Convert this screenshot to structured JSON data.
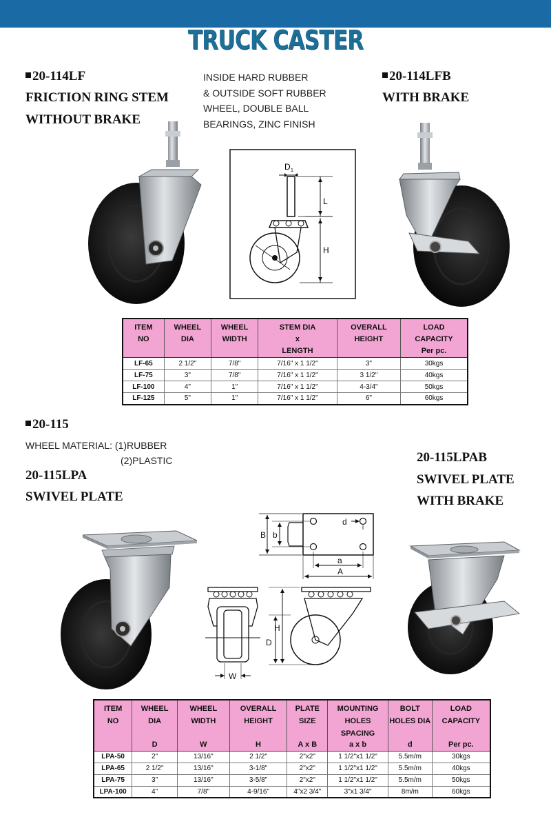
{
  "page": {
    "title": "TRUCK CASTER"
  },
  "top": {
    "left_code": "20-114LF",
    "left_line1": "FRICTION RING STEM",
    "left_line2": "WITHOUT BRAKE",
    "note_lines": [
      "INSIDE HARD RUBBER",
      "& OUTSIDE SOFT RUBBER",
      "WHEEL, DOUBLE BALL",
      "BEARINGS, ZINC FINISH"
    ],
    "right_code": "20-114LFB",
    "right_line1": "WITH BRAKE",
    "diagram_labels": {
      "d1": "D",
      "d1_sub": "1",
      "l": "L",
      "h": "H"
    }
  },
  "table1": {
    "headers": [
      [
        "ITEM",
        "NO"
      ],
      [
        "WHEEL",
        "DIA"
      ],
      [
        "WHEEL",
        "WIDTH"
      ],
      [
        "STEM DIA",
        "x",
        "LENGTH"
      ],
      [
        "OVERALL",
        "HEIGHT"
      ],
      [
        "LOAD",
        "CAPACITY",
        "Per pc."
      ]
    ],
    "rows": [
      [
        "LF-65",
        "2 1/2\"",
        "7/8\"",
        "7/16\" x 1 1/2\"",
        "3\"",
        "30kgs"
      ],
      [
        "LF-75",
        "3\"",
        "7/8\"",
        "7/16\" x 1 1/2\"",
        "3 1/2\"",
        "40kgs"
      ],
      [
        "LF-100",
        "4\"",
        "1\"",
        "7/16\" x 1 1/2\"",
        "4-3/4\"",
        "50kgs"
      ],
      [
        "LF-125",
        "5\"",
        "1\"",
        "7/16\" x 1 1/2\"",
        "6\"",
        "60kgs"
      ]
    ]
  },
  "middle": {
    "code": "20-115",
    "material_line1": "WHEEL MATERIAL: (1)RUBBER",
    "material_line2": "(2)PLASTIC",
    "left_code": "20-115LPA",
    "left_line1": "SWIVEL PLATE",
    "right_code": "20-115LPAB",
    "right_line1": "SWIVEL PLATE",
    "right_line2": "WITH BRAKE",
    "diagram_labels": {
      "b_big": "B",
      "b_small": "b",
      "d_small": "d",
      "a_small": "a",
      "a_big": "A",
      "h": "H",
      "d_big": "D",
      "w": "W"
    }
  },
  "table2": {
    "headers": [
      [
        "ITEM",
        "NO"
      ],
      [
        "WHEEL",
        "DIA"
      ],
      [
        "WHEEL",
        "WIDTH"
      ],
      [
        "OVERALL",
        "HEIGHT"
      ],
      [
        "PLATE",
        "SIZE"
      ],
      [
        "MOUNTING",
        "HOLES SPACING"
      ],
      [
        "BOLT",
        "HOLES DIA"
      ],
      [
        "LOAD",
        "CAPACITY"
      ]
    ],
    "subheaders": [
      "",
      "D",
      "W",
      "H",
      "A x B",
      "a x b",
      "d",
      "Per pc."
    ],
    "rows": [
      [
        "LPA-50",
        "2\"",
        "13/16\"",
        "2 1/2\"",
        "2\"x2\"",
        "1 1/2\"x1 1/2\"",
        "5.5m/m",
        "30kgs"
      ],
      [
        "LPA-65",
        "2 1/2\"",
        "13/16\"",
        "3-1/8\"",
        "2\"x2\"",
        "1 1/2\"x1 1/2\"",
        "5.5m/m",
        "40kgs"
      ],
      [
        "LPA-75",
        "3\"",
        "13/16\"",
        "3-5/8\"",
        "2\"x2\"",
        "1 1/2\"x1 1/2\"",
        "5.5m/m",
        "50kgs"
      ],
      [
        "LPA-100",
        "4\"",
        "7/8\"",
        "4-9/16\"",
        "4\"x2 3/4\"",
        "3\"x1 3/4\"",
        "8m/m",
        "60kgs"
      ]
    ]
  },
  "colors": {
    "top_bar": "#1a6aa6",
    "title": "#1d6f97",
    "table_header": "#f2a5d3"
  }
}
